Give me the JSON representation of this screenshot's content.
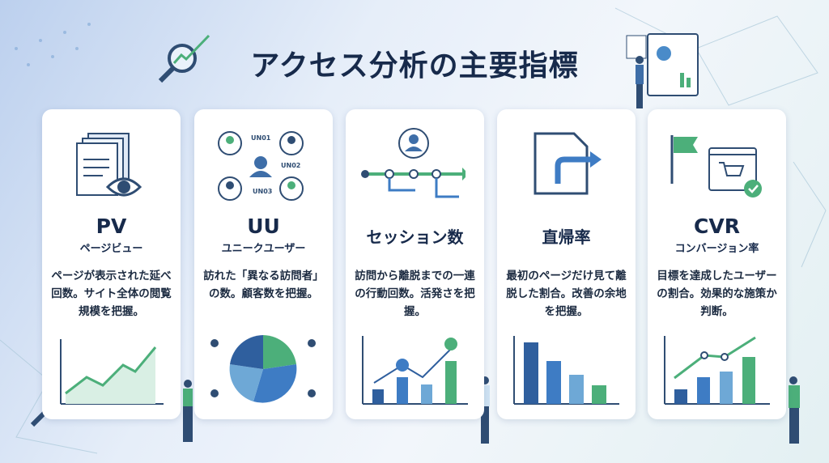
{
  "title": "アクセス分析の主要指標",
  "cards": [
    {
      "heading": "PV",
      "subheading": "ページビュー",
      "description": "ページが表示された延べ回数。サイト全体の閲覧規模を把握。",
      "icon": "document-eye-icon"
    },
    {
      "heading": "UU",
      "subheading": "ユニークユーザー",
      "description": "訪れた「異なる訪問者」の数。顧客数を把握。",
      "icon": "unique-users-icon",
      "user_labels": [
        "UN01",
        "UN02",
        "UN03"
      ]
    },
    {
      "heading": "セッション数",
      "description": "訪問から離脱までの一連の行動回数。活発さを把握。",
      "icon": "session-flow-icon"
    },
    {
      "heading": "直帰率",
      "description": "最初のページだけ見て離脱した割合。改善の余地を把握。",
      "icon": "page-exit-icon"
    },
    {
      "heading": "CVR",
      "subheading": "コンバージョン率",
      "description": "目標を達成したユーザーの割合。効果的な施策か判断。",
      "icon": "flag-cart-icon"
    }
  ],
  "colors": {
    "navy": "#172a4b",
    "blue": "#2f5f9e",
    "mid": "#4a8bc9",
    "green": "#4caf7a"
  }
}
